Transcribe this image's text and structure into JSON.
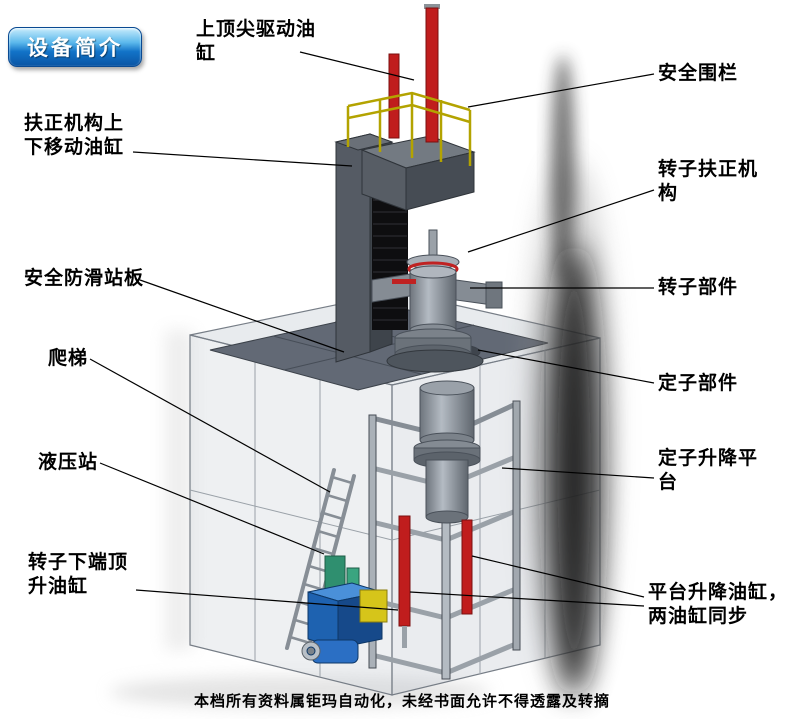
{
  "badge": {
    "label": "设备简介"
  },
  "footer": {
    "text": "本档所有资料属钜玛自动化，未经书面允许不得透露及转摘"
  },
  "callouts": [
    {
      "id": "top-center-drive-cylinder",
      "text": "上顶尖驱动油缸"
    },
    {
      "id": "safety-fence",
      "text": "安全围栏"
    },
    {
      "id": "centering-updown-cylinder",
      "text": "扶正机构上下移动油缸"
    },
    {
      "id": "rotor-centering-mechanism",
      "text": "转子扶正机构"
    },
    {
      "id": "anti-slip-platform",
      "text": "安全防滑站板"
    },
    {
      "id": "rotor-component",
      "text": "转子部件"
    },
    {
      "id": "ladder",
      "text": "爬梯"
    },
    {
      "id": "stator-component",
      "text": "定子部件"
    },
    {
      "id": "hydraulic-station",
      "text": "液压站"
    },
    {
      "id": "stator-lift-platform",
      "text": "定子升降平台"
    },
    {
      "id": "rotor-bottom-jack-cylinder",
      "text": "转子下端顶升油缸"
    },
    {
      "id": "platform-lift-cylinders",
      "text": "平台升降油缸，两油缸同步"
    }
  ],
  "colors": {
    "badge_blue": "#1273c8",
    "cylinder_red": "#c01d1d",
    "railing_yellow": "#b3a300",
    "hydraulic_blue": "#1e62b0",
    "tank_green": "#2f8f6f",
    "accent_yellow": "#d6c51a",
    "steel_gray": "#858c94"
  }
}
